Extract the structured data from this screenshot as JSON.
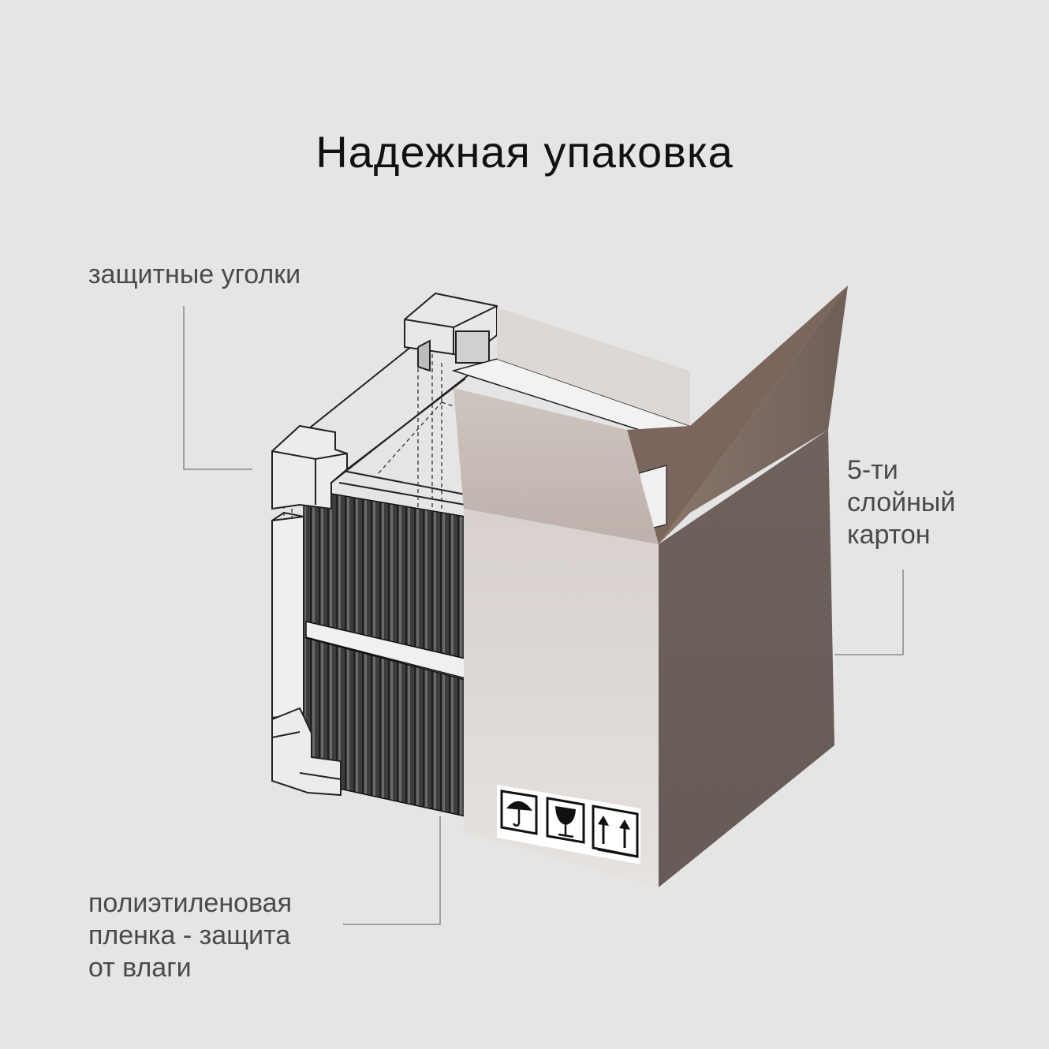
{
  "title": "Надежная упаковка",
  "labels": {
    "corners": "защитные уголки",
    "carton": [
      "5-ти",
      "слойный",
      "картон"
    ],
    "film": [
      "полиэтиленовая",
      "пленка - защита",
      "от влаги"
    ]
  },
  "icons": [
    "umbrella-icon",
    "fragile-glass-icon",
    "this-way-up-icon"
  ],
  "colors": {
    "background": "#e5e5e5",
    "box_front": "#e4dfdc",
    "box_side": "#6c5e59",
    "box_flap_front": "#c7bcb5",
    "box_flap_right": "#7d6a61",
    "radiator": "#3a3a3a",
    "leader_line": "#8a8a8a"
  }
}
